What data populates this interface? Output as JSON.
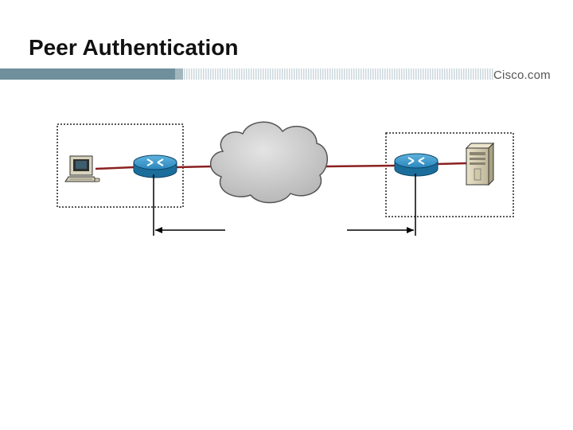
{
  "slide": {
    "title": "Peer Authentication",
    "brand": "Cisco.com"
  },
  "diagram": {
    "nodes": [
      {
        "id": "pc",
        "icon": "workstation-icon"
      },
      {
        "id": "router-left",
        "icon": "router-icon"
      },
      {
        "id": "cloud",
        "icon": "network-cloud-icon"
      },
      {
        "id": "router-right",
        "icon": "router-icon"
      },
      {
        "id": "server",
        "icon": "server-icon"
      }
    ],
    "links": [
      {
        "from": "pc",
        "to": "router-left"
      },
      {
        "from": "router-left",
        "to": "cloud"
      },
      {
        "from": "cloud",
        "to": "router-right"
      },
      {
        "from": "router-right",
        "to": "server"
      }
    ],
    "groups": [
      {
        "id": "local-site",
        "members": [
          "pc",
          "router-left"
        ]
      },
      {
        "id": "remote-site",
        "members": [
          "router-right",
          "server"
        ]
      }
    ],
    "span": {
      "from": "router-left",
      "to": "router-right"
    }
  },
  "colors": {
    "link": "#8b2020",
    "router": "#1e7fb4",
    "cloud": "#c8c8c8",
    "title_bar": "#6b8e9e"
  }
}
